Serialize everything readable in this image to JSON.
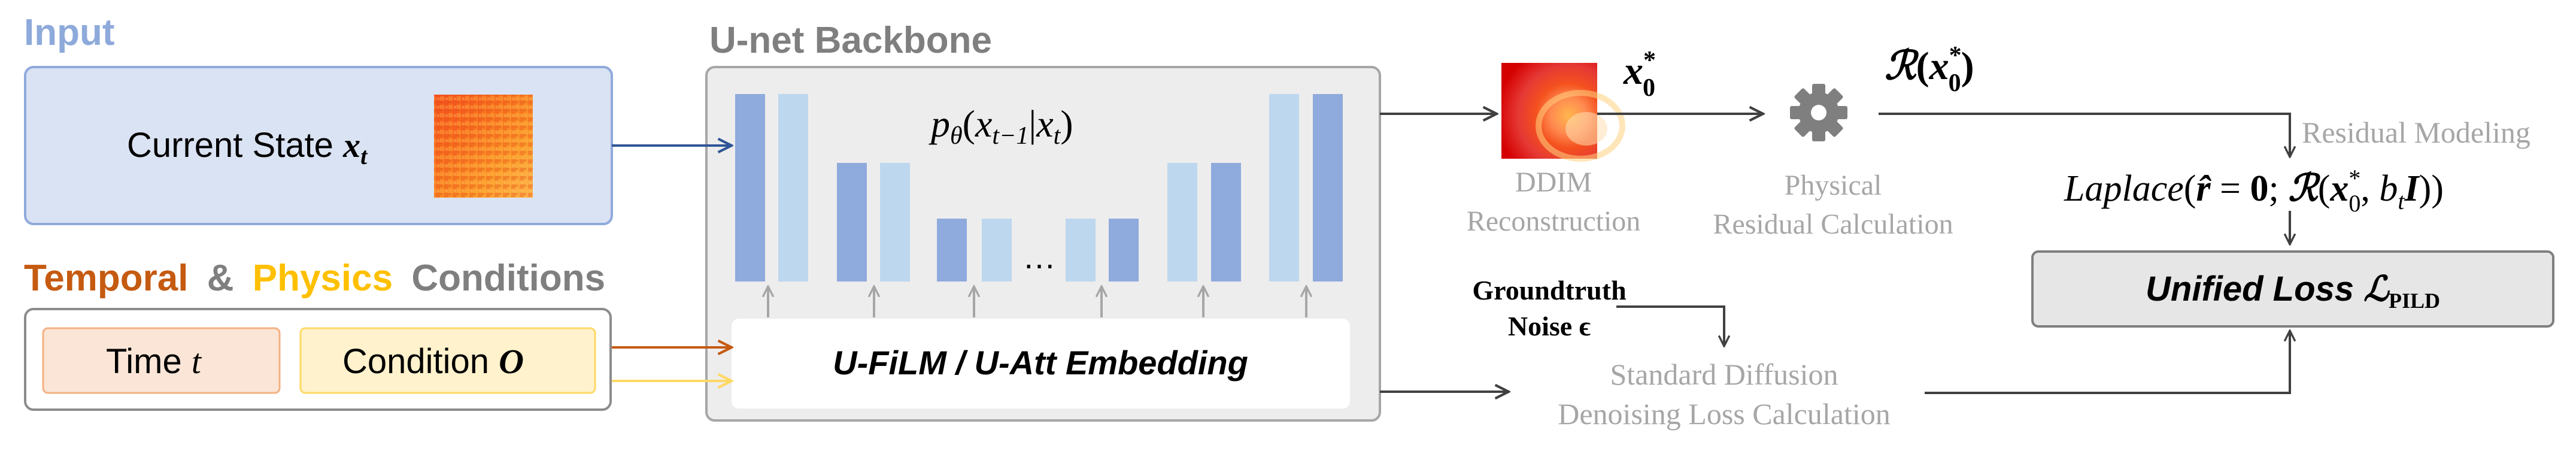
{
  "sections": {
    "input": "Input",
    "backbone": "U-net Backbone",
    "cond_temporal": "Temporal",
    "cond_amp": "&",
    "cond_physics": "Physics",
    "cond_conditions": "Conditions"
  },
  "input_box": {
    "label_text": "Current State ",
    "label_var": "x",
    "label_sub": "t"
  },
  "conditions": {
    "time_text": "Time ",
    "time_var": "t",
    "condition_text": "Condition ",
    "condition_var": "O"
  },
  "unet": {
    "prob_p": "p",
    "prob_theta": "θ",
    "prob_open": "(",
    "prob_x1": "x",
    "prob_sub1": "t−1",
    "prob_bar": "|",
    "prob_x2": "x",
    "prob_sub2": "t",
    "prob_close": ")",
    "ellipsis": "…",
    "embedding": "U-FiLM / U-Att Embedding"
  },
  "pipeline": {
    "x0_var": "x",
    "x0_sub": "0",
    "x0_sup": "*",
    "ddim_line1": "DDIM",
    "ddim_line2": "Reconstruction",
    "r_func": "ℛ",
    "r_open": "(",
    "r_var": "x",
    "r_sub": "0",
    "r_sup": "*",
    "r_close": ")",
    "phys_line1": "Physical",
    "phys_line2": "Residual Calculation",
    "residual_modeling": "Residual Modeling",
    "laplace_fn": "Laplace",
    "laplace_open": "(",
    "laplace_r": "r̂",
    "laplace_eq": " = ",
    "laplace_zero": "0",
    "laplace_semi": "; ",
    "laplace_R": "ℛ",
    "laplace_open2": "(",
    "laplace_x": "x",
    "laplace_x_sub": "0",
    "laplace_x_sup": "*",
    "laplace_comma": ", ",
    "laplace_b": "b",
    "laplace_b_sub": "t",
    "laplace_I": "I",
    "laplace_close": "))",
    "gt_line1": "Groundtruth",
    "gt_line2": "Noise ϵ",
    "std_line1": "Standard Diffusion",
    "std_line2": "Denoising Loss Calculation",
    "loss_text": "Unified Loss ",
    "loss_L": "ℒ",
    "loss_sub": "PILD"
  },
  "colors": {
    "input_title": "#8eaadb",
    "backbone_title": "#7f7f7f",
    "temporal": "#c55a11",
    "physics": "#ffc000",
    "conditions": "#7f7f7f",
    "input_fill": "#dae3f3",
    "input_stroke": "#8faadc",
    "time_fill": "#fbe5d6",
    "time_stroke": "#f4b183",
    "cond_fill": "#fff2cc",
    "cond_stroke": "#ffd966",
    "bar_dark": "#8faadc",
    "bar_light": "#bdd7ee",
    "arrow_blue": "#2f5597",
    "arrow_orange": "#c55a11",
    "arrow_yellow": "#ffd966",
    "gray_text": "#a6a6a6"
  },
  "icons": {
    "gear": "gear-icon",
    "heatmap_input": "heatmap-thumbnail",
    "heatmap_ddim": "ddim-thumbnail"
  }
}
